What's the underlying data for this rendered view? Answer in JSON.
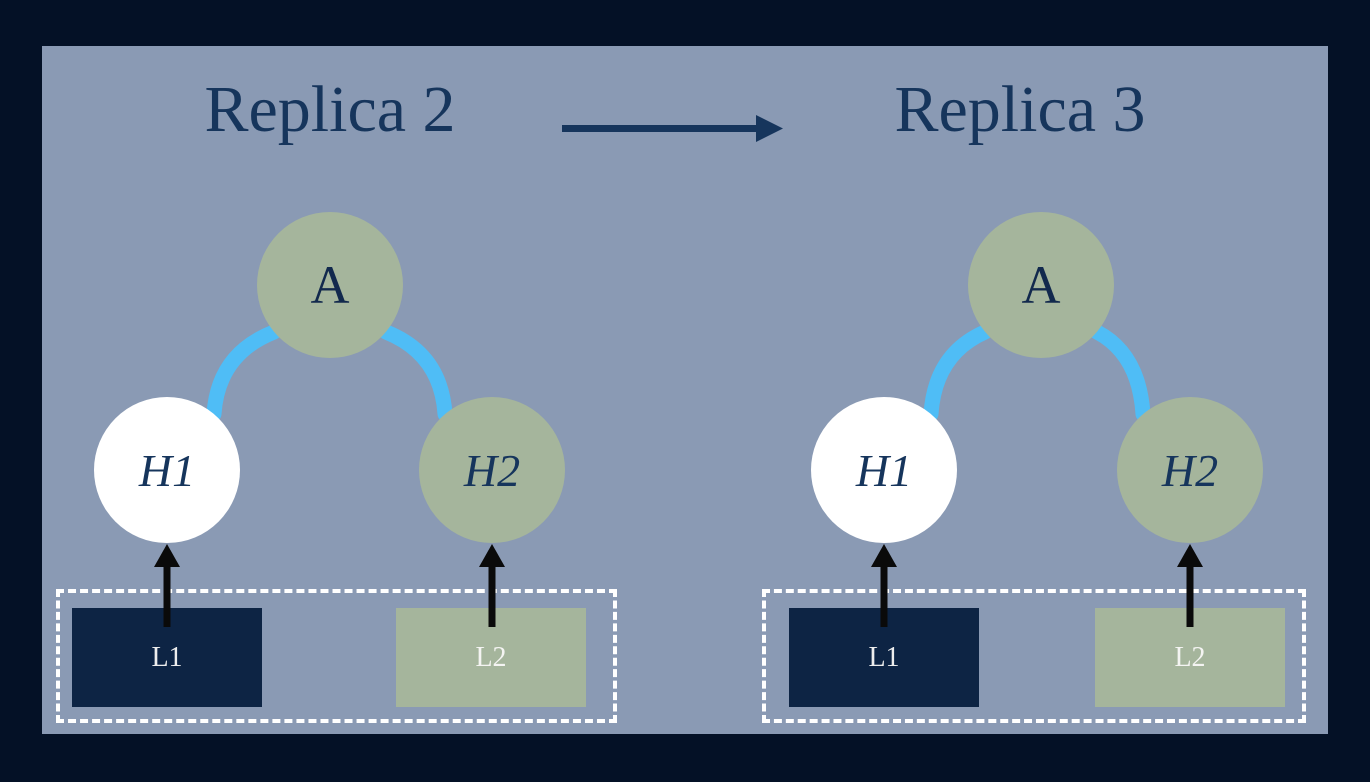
{
  "diagram_title_flow": {
    "from": "Replica 2",
    "to": "Replica 3"
  },
  "icons": {
    "transition": "right-arrow",
    "leaf_to_hash": "up-arrow",
    "tree_edge": "curved-link"
  },
  "colors": {
    "frame_bg": "#041126",
    "panel_bg": "#8A9AB4",
    "node_green": "#A5B59C",
    "node_white": "#FFFFFF",
    "leaf_navy": "#0D2444",
    "edge_blue": "#4FBDF6",
    "arrow_black": "#0A0A0A",
    "dashed_border": "#FFFFFF",
    "text_navy": "#16355C",
    "leaf_label": "#EDEDED"
  },
  "replicas": [
    {
      "title": "Replica 2",
      "root": {
        "label": "A"
      },
      "hash_nodes": [
        {
          "label": "H1"
        },
        {
          "label": "H2"
        }
      ],
      "leaves": [
        {
          "label": "L1"
        },
        {
          "label": "L2"
        }
      ]
    },
    {
      "title": "Replica 3",
      "root": {
        "label": "A"
      },
      "hash_nodes": [
        {
          "label": "H1"
        },
        {
          "label": "H2"
        }
      ],
      "leaves": [
        {
          "label": "L1"
        },
        {
          "label": "L2"
        }
      ]
    }
  ]
}
